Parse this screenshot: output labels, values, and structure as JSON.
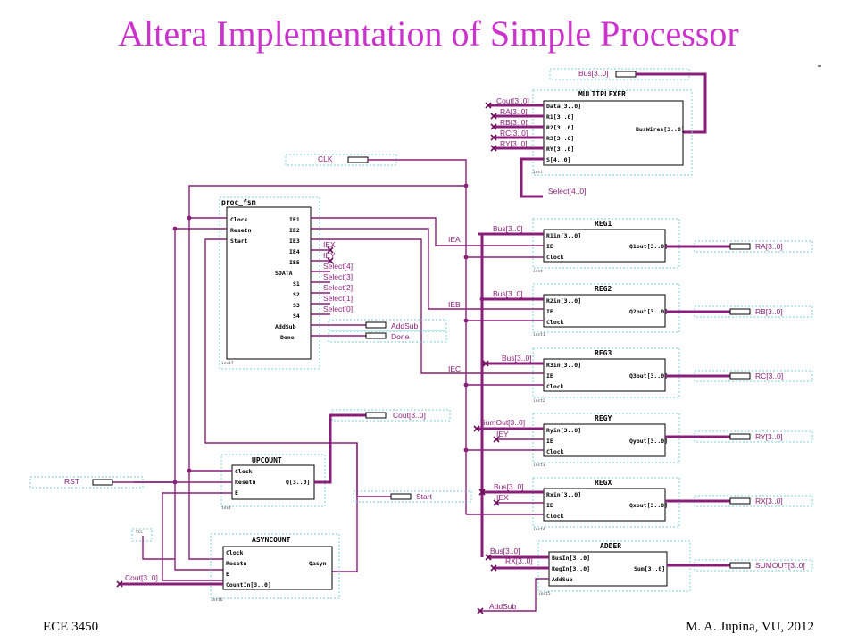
{
  "title": "Altera Implementation of Simple Processor",
  "footer": {
    "left": "ECE 3450",
    "right": "M. A. Jupina, VU, 2012"
  },
  "blocks": {
    "multiplexer": {
      "name": "MULTIPLEXER",
      "inputs": [
        "Data[3..0]",
        "R1[3..0]",
        "R2[3..0]",
        "R3[3..0]",
        "RY[3..0]",
        "S[4..0]"
      ],
      "output": "BusWires[3..0]"
    },
    "proc_fsm": {
      "name": "proc_fsm",
      "left": [
        "Clock",
        "Resetn",
        "Start"
      ],
      "right": [
        "IE1",
        "IE2",
        "IE3",
        "IE4",
        "IE5",
        "SDATA",
        "S1",
        "S2",
        "S3",
        "S4",
        "AddSub",
        "Done"
      ]
    },
    "reg1": {
      "name": "REG1",
      "pins": [
        "R1in[3..0]",
        "IE",
        "Clock"
      ],
      "output": "Q1out[3..0]"
    },
    "reg2": {
      "name": "REG2",
      "pins": [
        "R2in[3..0]",
        "IE",
        "Clock"
      ],
      "output": "Q2out[3..0]"
    },
    "reg3": {
      "name": "REG3",
      "pins": [
        "R3in[3..0]",
        "IE",
        "Clock"
      ],
      "output": "Q3out[3..0]"
    },
    "regy": {
      "name": "REGY",
      "pins": [
        "Ryin[3..0]",
        "IE",
        "Clock"
      ],
      "output": "Qyout[3..0]"
    },
    "regx": {
      "name": "REGX",
      "pins": [
        "Rxin[3..0]",
        "IE",
        "Clock"
      ],
      "output": "Qxout[3..0]"
    },
    "upcount": {
      "name": "UPCOUNT",
      "pins": [
        "Clock",
        "Resetn",
        "E"
      ],
      "output": "Q[3..0]"
    },
    "asyncount": {
      "name": "ASYNCOUNT",
      "pins": [
        "Clock",
        "Resetn",
        "E",
        "CountIn[3..0]"
      ],
      "output": "Qasyn"
    },
    "adder": {
      "name": "ADDER",
      "pins": [
        "BusIn[3..0]",
        "RegIn[3..0]",
        "AddSub"
      ],
      "output": "Sum[3..0]"
    }
  },
  "nets": {
    "bus_top": "Bus[3..0]",
    "cout_mux": "Cout[3..0]",
    "mux_in": [
      "RA[3..0]",
      "RB[3..0]",
      "RC[3..0]",
      "RY[3..0]"
    ],
    "select": "Select[4..0]",
    "clk": "CLK",
    "iex": "IEX",
    "iey": "IEY",
    "selects": [
      "Select[4]",
      "Select[3]",
      "Select[2]",
      "Select[1]",
      "Select[0]"
    ],
    "addsub": "AddSub",
    "done": "Done",
    "iea": "IEA",
    "ieb": "IEB",
    "iec": "IEC",
    "bus": "Bus[3..0]",
    "sumout": "SumOut[3..0]",
    "cout_up": "Cout[3..0]",
    "start": "Start",
    "rst": "RST",
    "cout_async": "Cout[3..0]",
    "rx_adder": "RX[3..0]",
    "addsub_adder": "AddSub",
    "ra_out": "RA[3..0]",
    "rb_out": "RB[3..0]",
    "rc_out": "RC[3..0]",
    "ry_out": "RY[3..0]",
    "rx_out": "RX[3..0]",
    "sumout_out": "SUMOUT[3..0]"
  }
}
